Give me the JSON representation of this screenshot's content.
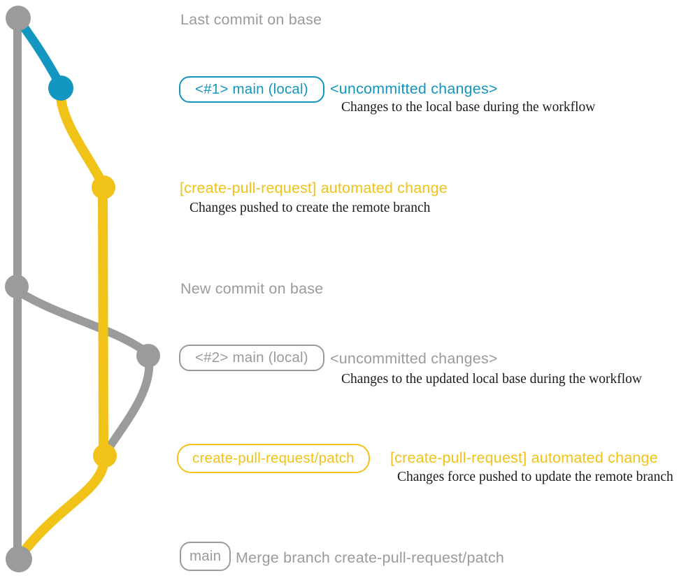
{
  "colors": {
    "branch_gray": "#9B9B9B",
    "branch_blue": "#1396BF",
    "branch_yellow": "#F1C218",
    "caption_text": "#1A1A1A",
    "background": "#FFFFFF"
  },
  "rows": {
    "r1": {
      "label": "Last commit on base"
    },
    "r2": {
      "badge": "<#1> main (local)",
      "note": "<uncommitted changes>",
      "caption": "Changes to the local base during the workflow"
    },
    "r3": {
      "label": "[create-pull-request] automated change",
      "caption": "Changes pushed to create the remote branch"
    },
    "r4": {
      "label": "New commit on base"
    },
    "r5": {
      "badge": "<#2> main (local)",
      "note": "<uncommitted changes>",
      "caption": "Changes to the updated local base during the workflow"
    },
    "r6": {
      "badge": "create-pull-request/patch",
      "label": "[create-pull-request] automated change",
      "caption": "Changes force pushed to update the remote branch"
    },
    "r7": {
      "badge": "main",
      "label": "Merge branch create-pull-request/patch"
    }
  },
  "graph": {
    "branches": [
      {
        "name": "base",
        "color_key": "branch_gray"
      },
      {
        "name": "main (local)",
        "color_key": "branch_blue"
      },
      {
        "name": "create-pull-request/patch",
        "color_key": "branch_yellow"
      }
    ],
    "commit_count": 7
  }
}
